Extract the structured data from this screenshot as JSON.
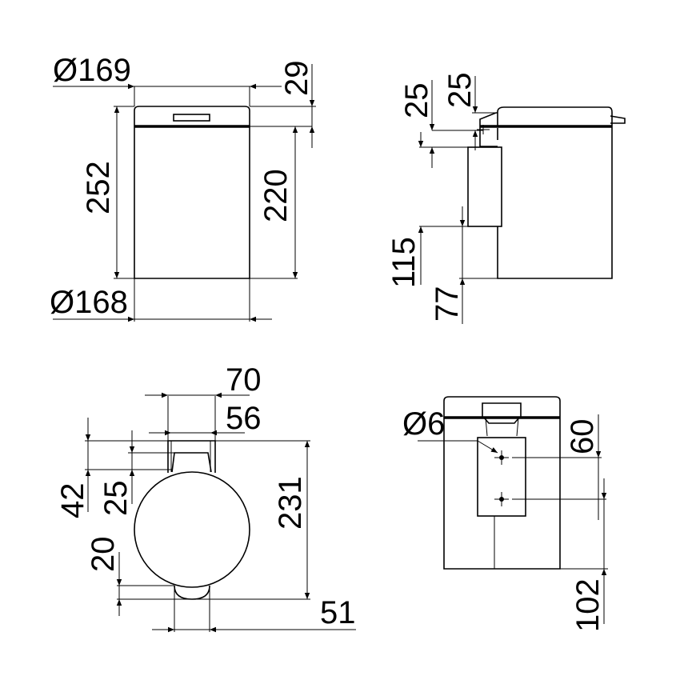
{
  "drawing": {
    "views": {
      "front": {
        "dimensions": {
          "top_diameter": "Ø169",
          "lid_height": "29",
          "total_height": "252",
          "body_height": "220",
          "bottom_diameter": "Ø168"
        }
      },
      "side": {
        "dimensions": {
          "bracket_offset_a": "25",
          "bracket_offset_b": "25",
          "bracket_height": "115",
          "bracket_bottom": "77"
        }
      },
      "top": {
        "dimensions": {
          "bracket_outer_width": "70",
          "bracket_inner_width": "56",
          "bracket_depth": "42",
          "bracket_inner_depth": "25",
          "overall_depth": "231",
          "pedal_depth": "20",
          "pedal_width": "51"
        }
      },
      "rear": {
        "dimensions": {
          "hole_diameter": "Ø6",
          "hole_spacing": "60",
          "bottom_hole_height": "102"
        }
      }
    },
    "colors": {
      "line": "#000000",
      "background": "#ffffff"
    }
  }
}
